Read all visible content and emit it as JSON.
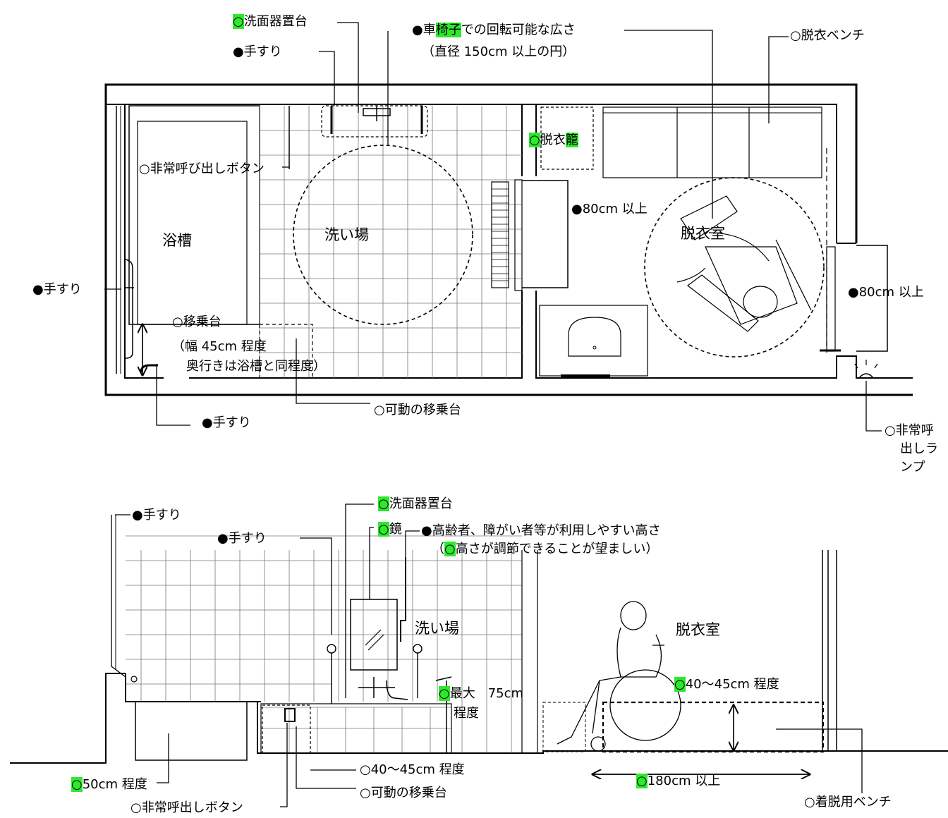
{
  "plan": {
    "washbasin_stand": {
      "mark": "○",
      "text": "洗面器置台"
    },
    "handrail_top": "●手すり",
    "wheelchair_turn": {
      "mark": "●",
      "before": "車",
      "hl": "椅子",
      "after": "での回転可能な広さ"
    },
    "wheelchair_turn_note": "（直径 150cm 以上の円）",
    "bench_undress": "○脱衣ベンチ",
    "basket": {
      "mark": "○",
      "text": "脱衣",
      "hl": "籠"
    },
    "call_button": "○非常呼び出しボタン",
    "bathtub": "浴槽",
    "washing_area": "洗い場",
    "door_width_1": "●80cm 以上",
    "dressing_room": "脱衣室",
    "door_width_2": "●80cm 以上",
    "handrail_left": "●手すり",
    "transfer_stand": "○移乗台",
    "transfer_note_1": "（幅 45cm 程度",
    "transfer_note_2": "奥行きは浴槽と同程度）",
    "movable_transfer": "○可動の移乗台",
    "handrail_bottom": "●手すり",
    "emergency_lamp": [
      "○非常呼",
      "出しラ",
      "ンプ"
    ]
  },
  "section": {
    "handrail_1": "●手すり",
    "washbasin_stand": {
      "mark": "○",
      "text": "洗面器置台"
    },
    "handrail_2": "●手すり",
    "mirror": {
      "mark": "○",
      "text": "鏡"
    },
    "height_note": "●高齢者、障がい者等が利用しやすい高さ",
    "height_note2": {
      "before": "（",
      "mark": "○",
      "text": "高さが調節できることが望ましい）"
    },
    "washing_area": "洗い場",
    "dressing_room": "脱衣室",
    "max_height": {
      "mark": "○",
      "text": "最大　75cm",
      "text2": "程度"
    },
    "bench_height": {
      "mark": "○",
      "text": "40～45cm 程度"
    },
    "tub_height": {
      "mark": "○",
      "text": "50cm 程度"
    },
    "transfer_height": "○40～45cm 程度",
    "movable_transfer": "○可動の移乗台",
    "bench_length": {
      "mark": "○",
      "text": "180cm 以上"
    },
    "call_button": "○非常呼出しボタン",
    "dressing_bench": "○着脱用ベンチ"
  },
  "colors": {
    "highlight": "#2ee82e",
    "line": "#000000",
    "grid": "#555555"
  }
}
